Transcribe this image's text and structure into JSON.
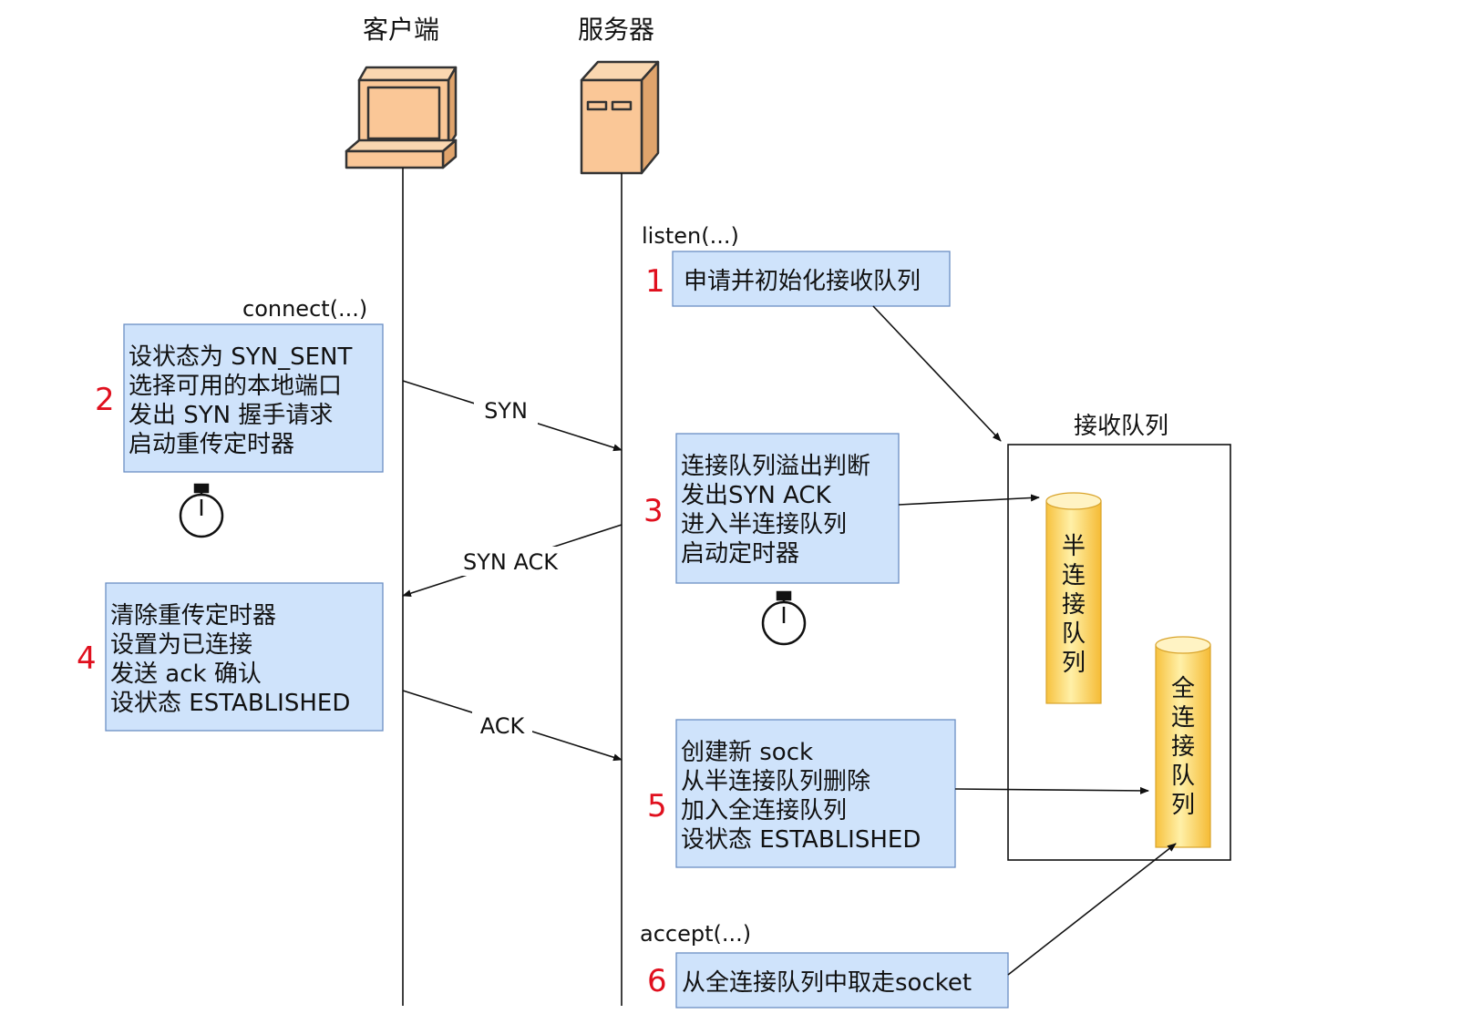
{
  "actors": {
    "client": "客户端",
    "server": "服务器"
  },
  "calls": {
    "listen": "listen(...)",
    "connect": "connect(...)",
    "accept": "accept(...)"
  },
  "messages": {
    "syn": "SYN",
    "syn_ack": "SYN ACK",
    "ack": "ACK"
  },
  "steps": [
    {
      "num": "1",
      "lines": [
        "申请并初始化接收队列"
      ]
    },
    {
      "num": "2",
      "lines": [
        "设状态为 SYN_SENT",
        "选择可用的本地端口",
        "发出 SYN 握手请求",
        "启动重传定时器"
      ]
    },
    {
      "num": "3",
      "lines": [
        "连接队列溢出判断",
        "发出SYN ACK",
        "进入半连接队列",
        "启动定时器"
      ]
    },
    {
      "num": "4",
      "lines": [
        "清除重传定时器",
        "设置为已连接",
        "发送 ack 确认",
        "设状态 ESTABLISHED"
      ]
    },
    {
      "num": "5",
      "lines": [
        "创建新 sock",
        "从半连接队列删除",
        "加入全连接队列",
        "设状态 ESTABLISHED"
      ]
    },
    {
      "num": "6",
      "lines": [
        "从全连接队列中取走socket"
      ]
    }
  ],
  "queue": {
    "title": "接收队列",
    "half": [
      "半",
      "连",
      "接",
      "队",
      "列"
    ],
    "full": [
      "全",
      "连",
      "接",
      "队",
      "列"
    ]
  },
  "icons": [
    "computer-icon",
    "server-icon",
    "stopwatch-icon"
  ],
  "colors": {
    "box_fill": "#cfe3fb",
    "box_stroke": "#6b8ec4",
    "step_number": "#e0101e",
    "device_fill": "#fac797",
    "cylinder_fill": "#fdd45c"
  }
}
